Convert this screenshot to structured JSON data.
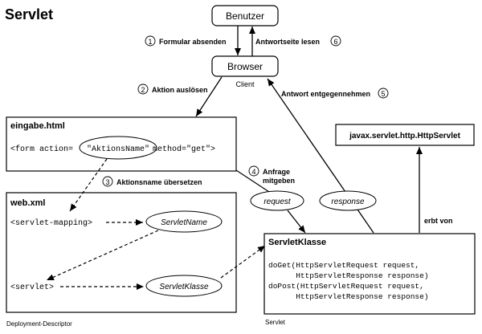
{
  "title": "Servlet",
  "nodes": {
    "benutzer": "Benutzer",
    "browser": "Browser",
    "client": "Client",
    "eingabe_title": "eingabe.html",
    "form_prefix": "<form action=",
    "form_suffix": " method=\"get\">",
    "aktionsname": "\"AktionsName\"",
    "webxml_title": "web.xml",
    "servlet_mapping": "<servlet-mapping>",
    "servlet_tag": "<servlet>",
    "servletname": "ServletName",
    "servletklasse_oval": "ServletKlasse",
    "deployment_descriptor": "Deployment-Descriptor",
    "httpservlet": "javax.servlet.http.HttpServlet",
    "servletklasse_title": "ServletKlasse",
    "code": [
      "doGet(HttpServletRequest request,",
      "      HttpServletResponse response)",
      "doPost(HttpServletRequest request,",
      "      HttpServletResponse response)"
    ],
    "servlet_label": "Servlet",
    "request": "request",
    "response": "response"
  },
  "steps": [
    {
      "num": "1",
      "text": "Formular absenden"
    },
    {
      "num": "2",
      "text": "Aktion auslösen"
    },
    {
      "num": "3",
      "text": "Aktionsname übersetzen"
    },
    {
      "num": "4",
      "text": "Anfrage"
    },
    {
      "num": "5",
      "text": "Antwort entgegennehmen"
    },
    {
      "num": "6",
      "text": "Antwortseite lesen"
    }
  ],
  "step4_line2": "mitgeben",
  "edge_label": "erbt von"
}
